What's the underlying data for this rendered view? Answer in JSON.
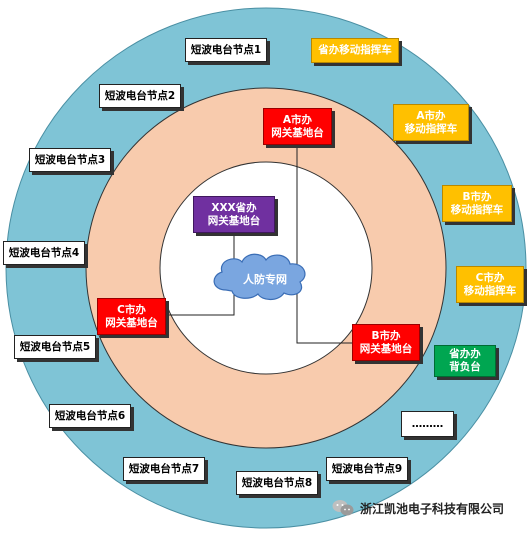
{
  "center": {
    "cloud_label": "人防专网"
  },
  "gateways": {
    "province": {
      "line1": "XXX省办",
      "line2": "网关基地台"
    },
    "a": {
      "line1": "A市办",
      "line2": "网关基地台"
    },
    "b": {
      "line1": "B市办",
      "line2": "网关基地台"
    },
    "c": {
      "line1": "C市办",
      "line2": "网关基地台"
    }
  },
  "vehicles": {
    "province": {
      "line1": "省办移动指挥车"
    },
    "a": {
      "line1": "A市办",
      "line2": "移动指挥车"
    },
    "b": {
      "line1": "B市办",
      "line2": "移动指挥车"
    },
    "c": {
      "line1": "C市办",
      "line2": "移动指挥车"
    }
  },
  "backup": {
    "line1": "省办办",
    "line2": "背负台"
  },
  "ellipsis": "………",
  "nodes": [
    "短波电台节点1",
    "短波电台节点2",
    "短波电台节点3",
    "短波电台节点4",
    "短波电台节点5",
    "短波电台节点6",
    "短波电台节点7",
    "短波电台节点8",
    "短波电台节点9"
  ],
  "watermark": {
    "text": "浙江凯池电子科技有限公司"
  },
  "colors": {
    "outer_ring": "#7fc4d6",
    "middle_ring": "#f8cbad",
    "inner_ring": "#ffffff",
    "cloud": "#7aa6e0",
    "gateway": "#ff0000",
    "vehicle": "#ffc000",
    "backpack": "#00a651",
    "province_gateway": "#7030a0"
  }
}
